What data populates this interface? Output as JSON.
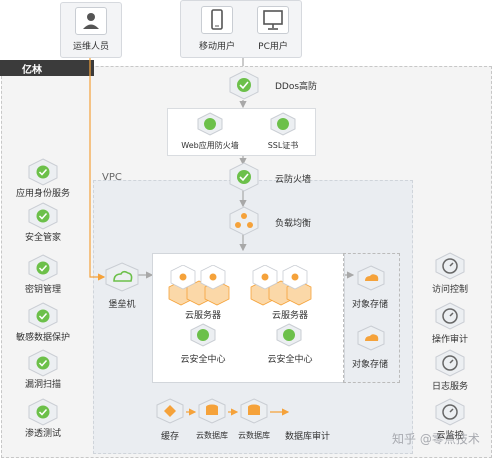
{
  "region": "亿林",
  "vpc": "VPC",
  "users": {
    "ops": "运维人员",
    "mobile": "移动用户",
    "pc": "PC用户"
  },
  "chain": {
    "ddos": "DDos高防",
    "waf": "Web应用防火墙",
    "ssl": "SSL证书",
    "cloud_fw": "云防火墙",
    "lb": "负载均衡"
  },
  "left_services": [
    "应用身份服务",
    "安全管家",
    "密钥管理",
    "敏感数据保护",
    "漏洞扫描",
    "渗透测试"
  ],
  "right_services": [
    "访问控制",
    "操作审计",
    "日志服务",
    "云监控"
  ],
  "bastion": "堡垒机",
  "servers": [
    "云服务器",
    "云服务器"
  ],
  "security_center": [
    "云安全中心",
    "云安全中心"
  ],
  "object_storage": [
    "对象存储",
    "对象存储"
  ],
  "db_row": {
    "cache": "缓存",
    "db1": "云数据库",
    "db2": "云数据库",
    "audit": "数据库审计"
  },
  "watermark": "知乎 @零点技术",
  "colors": {
    "orange": "#f5a23a",
    "green": "#6cc04a",
    "line": "#a8a8a8",
    "dark": "#3b3b3b"
  }
}
